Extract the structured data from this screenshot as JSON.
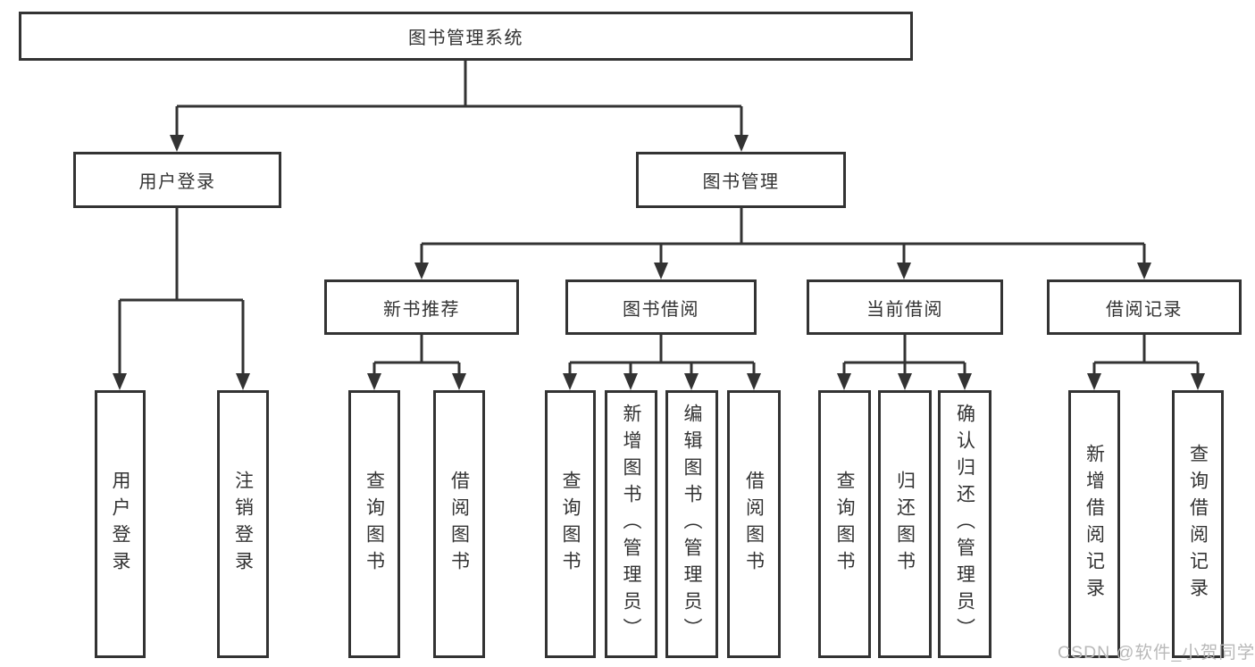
{
  "nodes": {
    "root": "图书管理系统",
    "user_login": "用户登录",
    "book_mgmt": "图书管理",
    "new_book_rec": "新书推荐",
    "book_borrow": "图书借阅",
    "current_borrow": "当前借阅",
    "borrow_record": "借阅记录",
    "leaf_user_login": "用户登录",
    "leaf_logout": "注销登录",
    "rec_query": "查询图书",
    "rec_borrow": "借阅图书",
    "bb_query": "查询图书",
    "bb_add": "新增图书（管理员）",
    "bb_edit": "编辑图书（管理员）",
    "bb_borrow": "借阅图书",
    "cb_query": "查询图书",
    "cb_return": "归还图书",
    "cb_confirm": "确认归还（管理员）",
    "br_add": "新增借阅记录",
    "br_query": "查询借阅记录"
  },
  "watermark": {
    "text": "CSDN @软件_小贺同学"
  },
  "colors": {
    "line": "#333333",
    "box_background": "#ffffff",
    "text": "#333333",
    "watermark": "#b9b9b9"
  }
}
